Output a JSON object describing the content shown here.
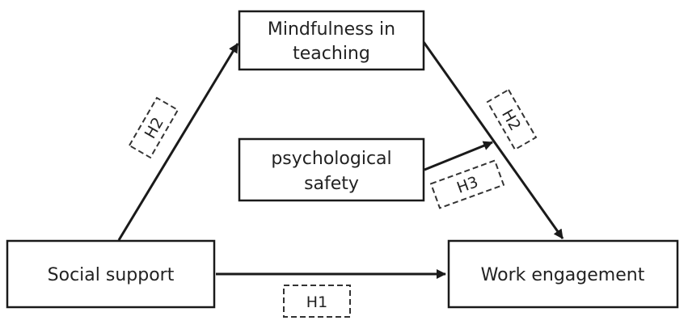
{
  "nodes": {
    "mindfulness": {
      "line1": "Mindfulness in",
      "line2": "teaching"
    },
    "safety": {
      "line1": "psychological",
      "line2": "safety"
    },
    "social_support": {
      "label": "Social support"
    },
    "work_engagement": {
      "label": "Work engagement"
    }
  },
  "hypotheses": {
    "left": "H2",
    "right": "H2",
    "moderator": "H3",
    "direct": "H1"
  },
  "colors": {
    "line": "#1a1a1a",
    "box_stroke": "#1a1a1a",
    "dashed": "#333333",
    "background": "#ffffff"
  }
}
